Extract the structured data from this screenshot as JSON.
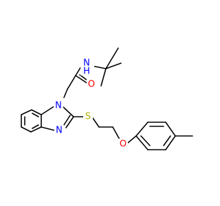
{
  "colors": {
    "bond": "#000000",
    "nitrogen": "#0000ff",
    "oxygen": "#ff0000",
    "sulfur": "#b2b200",
    "background": "#ffffff"
  },
  "atoms": {
    "amide_N": {
      "symbol": "N",
      "hydrogen": "H",
      "element": "nitrogen"
    },
    "carbonyl_O": {
      "symbol": "O",
      "element": "oxygen"
    },
    "ring_N1": {
      "symbol": "N",
      "element": "nitrogen"
    },
    "ring_N3": {
      "symbol": "N",
      "element": "nitrogen"
    },
    "thioether_S": {
      "symbol": "S",
      "element": "sulfur"
    },
    "ether_O": {
      "symbol": "O",
      "element": "oxygen"
    }
  }
}
